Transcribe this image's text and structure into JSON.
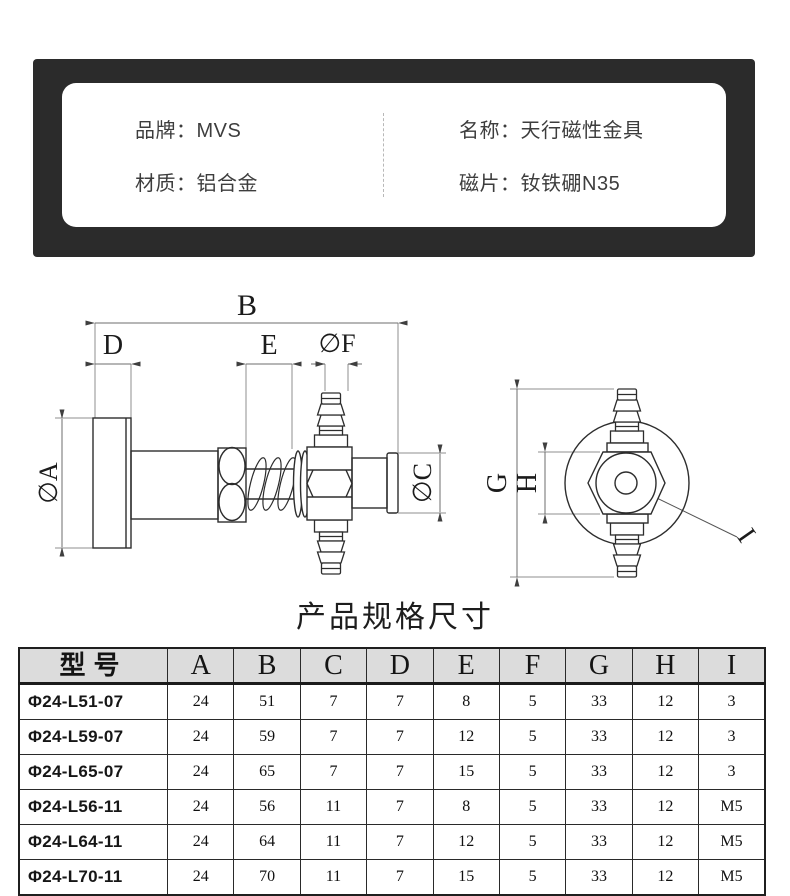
{
  "info_card": {
    "left": [
      {
        "label": "品牌：",
        "value": "MVS"
      },
      {
        "label": "材质：",
        "value": "铝合金"
      }
    ],
    "right": [
      {
        "label": "名称：",
        "value": "天行磁性金具"
      },
      {
        "label": "磁片：",
        "value": "钕铁硼N35"
      }
    ]
  },
  "diagram": {
    "labels": {
      "b": "B",
      "d": "D",
      "e": "E",
      "f": "∅F",
      "a": "∅A",
      "c": "∅C",
      "g": "G",
      "h": "H",
      "i": "I"
    }
  },
  "section_title": "产品规格尺寸",
  "spec_table": {
    "headers": [
      "型号",
      "A",
      "B",
      "C",
      "D",
      "E",
      "F",
      "G",
      "H",
      "I"
    ],
    "rows": [
      [
        "Φ24-L51-07",
        "24",
        "51",
        "7",
        "7",
        "8",
        "5",
        "33",
        "12",
        "3"
      ],
      [
        "Φ24-L59-07",
        "24",
        "59",
        "7",
        "7",
        "12",
        "5",
        "33",
        "12",
        "3"
      ],
      [
        "Φ24-L65-07",
        "24",
        "65",
        "7",
        "7",
        "15",
        "5",
        "33",
        "12",
        "3"
      ],
      [
        "Φ24-L56-11",
        "24",
        "56",
        "11",
        "7",
        "8",
        "5",
        "33",
        "12",
        "M5"
      ],
      [
        "Φ24-L64-11",
        "24",
        "64",
        "11",
        "7",
        "12",
        "5",
        "33",
        "12",
        "M5"
      ],
      [
        "Φ24-L70-11",
        "24",
        "70",
        "11",
        "7",
        "15",
        "5",
        "33",
        "12",
        "M5"
      ]
    ]
  },
  "colors": {
    "box_bg": "#2b2b2b",
    "table_header_bg": "#dcdcdc",
    "part_line": "#2d2d2d",
    "dim_line": "#8f8f8f"
  }
}
